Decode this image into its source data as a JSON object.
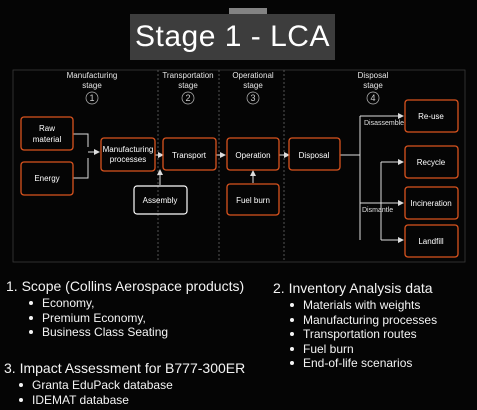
{
  "title": "Stage 1 - LCA",
  "stages": [
    {
      "label_line1": "Manufacturing",
      "label_line2": "stage",
      "number": "1"
    },
    {
      "label_line1": "Transportation",
      "label_line2": "stage",
      "number": "2"
    },
    {
      "label_line1": "Operational",
      "label_line2": "stage",
      "number": "3"
    },
    {
      "label_line1": "Disposal",
      "label_line2": "stage",
      "number": "4"
    }
  ],
  "boxes": {
    "raw_material_1": "Raw",
    "raw_material_2": "material",
    "energy": "Energy",
    "manufacturing_1": "Manufacturing",
    "manufacturing_2": "processes",
    "assembly": "Assembly",
    "transport": "Transport",
    "operation": "Operation",
    "fuel_burn": "Fuel burn",
    "disposal": "Disposal",
    "reuse": "Re-use",
    "recycle": "Recycle",
    "incineration": "Incineration",
    "landfill": "Landfill"
  },
  "branches": {
    "disassemble": "Disassemble",
    "dismantle": "Dismantle"
  },
  "colors": {
    "orange_box": "#d9531e",
    "white_box": "#ffffff",
    "background": "#050505"
  },
  "section1": {
    "heading": "1.  Scope (Collins Aerospace products)",
    "items": [
      "Economy,",
      "Premium Economy,",
      "Business Class Seating"
    ]
  },
  "section2": {
    "heading": "2. Inventory Analysis data",
    "items": [
      "Materials with weights",
      "Manufacturing processes",
      "Transportation routes",
      "Fuel burn",
      "End-of-life scenarios"
    ]
  },
  "section3": {
    "heading": "3. Impact Assessment for B777-300ER",
    "items": [
      "Granta EduPack database",
      "IDEMAT database"
    ]
  }
}
